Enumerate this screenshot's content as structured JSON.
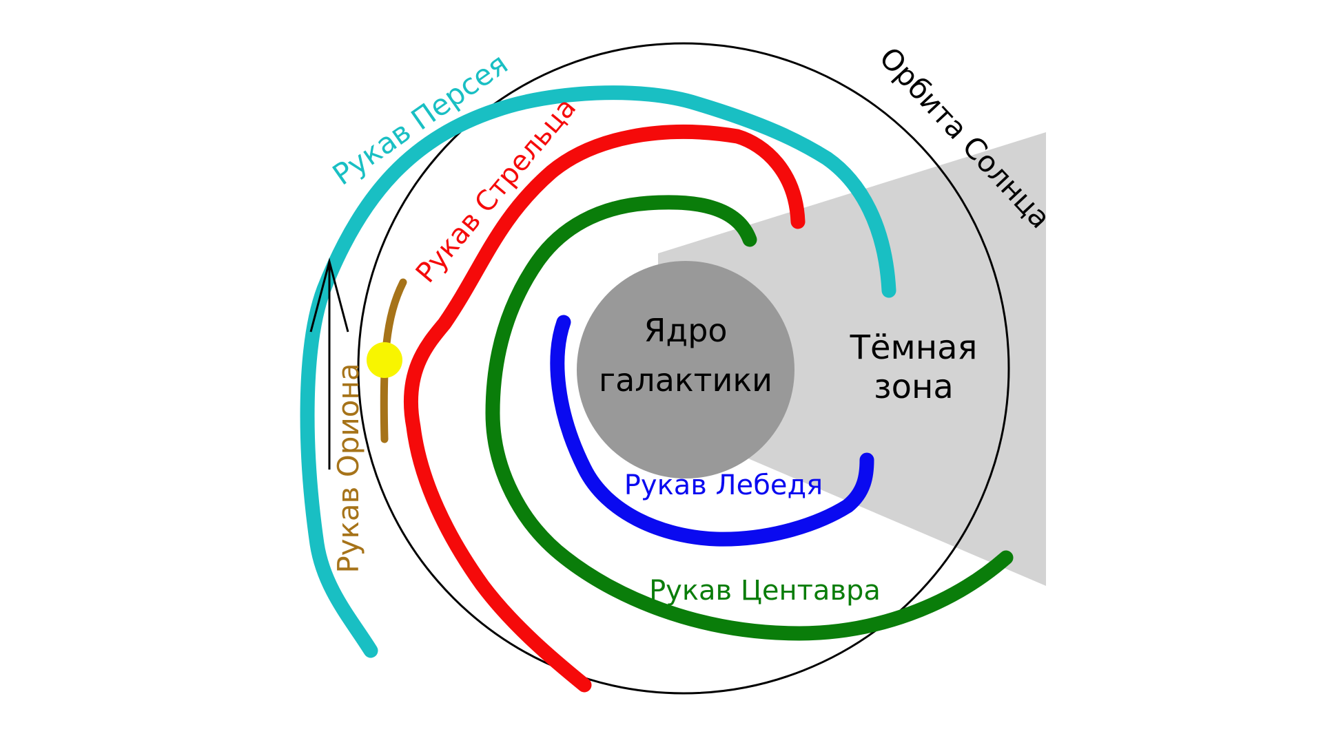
{
  "labels": {
    "core_line1": "Ядро",
    "core_line2": "галактики",
    "dark_zone_line1": "Тёмная",
    "dark_zone_line2": "зона",
    "sun_orbit": "Орбита Солнца",
    "perseus_arm": "Рукав Персея",
    "sagittarius_arm": "Рукав Стрельца",
    "orion_arm": "Рукав Ориона",
    "cygnus_arm": "Рукав Лебедя",
    "centaurus_arm": "Рукав Центавра"
  },
  "colors": {
    "background": "#ffffff",
    "dark_zone": "#d3d3d3",
    "core": "#999999",
    "orbit": "#000000",
    "perseus": "#19bfc3",
    "sagittarius": "#f50a0a",
    "orion": "#a67319",
    "cygnus": "#0a0af0",
    "centaurus": "#0a7d0a",
    "sun": "#f8f500",
    "text": "#000000"
  },
  "icons": {
    "sun": "sun-icon",
    "direction": "arrow-up-icon"
  }
}
